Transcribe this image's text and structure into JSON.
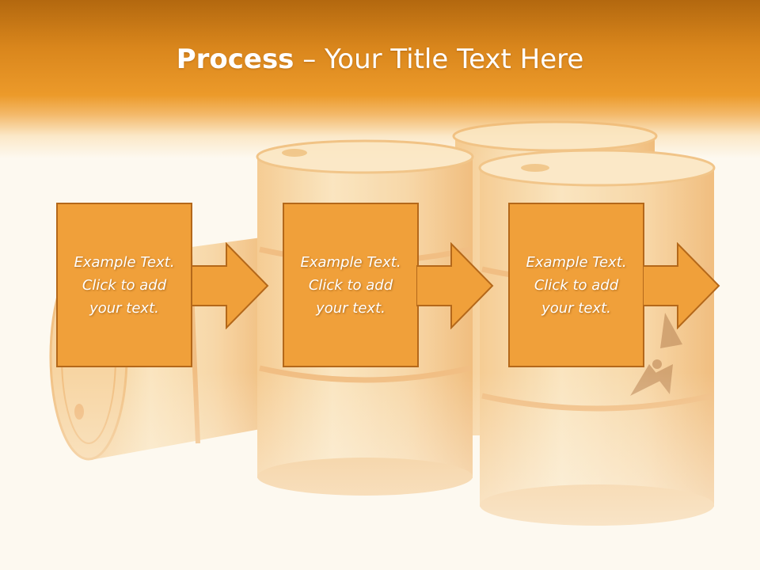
{
  "slide": {
    "title_bold": "Process",
    "title_rest": " – Your Title Text Here"
  },
  "steps": [
    {
      "line1": "Example Text.",
      "line2": "Click  to add",
      "line3": "your text."
    },
    {
      "line1": "Example Text.",
      "line2": "Click  to add",
      "line3": "your text."
    },
    {
      "line1": "Example Text.",
      "line2": "Click  to add",
      "line3": "your text."
    }
  ],
  "colors": {
    "header_dark": "#b3680f",
    "header_mid": "#ec9a2a",
    "step_fill": "#f0a03a",
    "step_border": "#b4681a",
    "barrel_fill": "#f6c98a",
    "background": "#fdf9f0"
  },
  "icons": [
    "barrel-illustration",
    "radiation-symbol-icon",
    "right-arrow-icon"
  ]
}
